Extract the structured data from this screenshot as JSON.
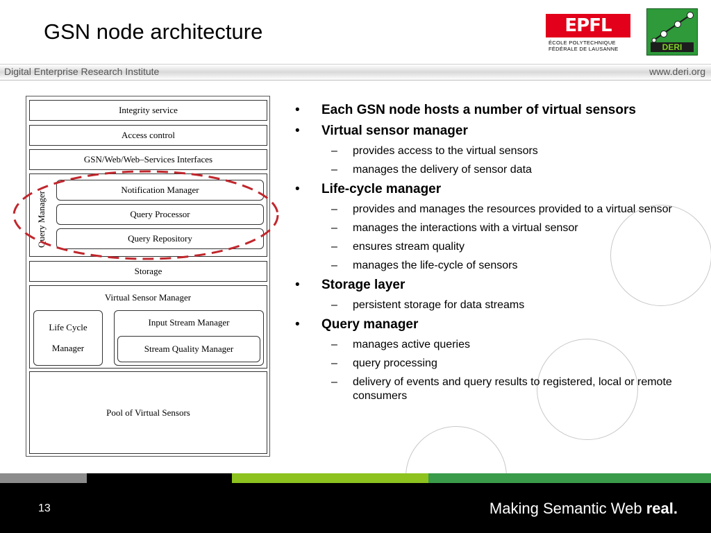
{
  "slide": {
    "title": "GSN node architecture",
    "page_number": "13",
    "band_left": "Digital Enterprise Research Institute",
    "band_right": "www.deri.org",
    "slogan_regular": "Making Semantic Web",
    "slogan_bold": "real."
  },
  "logos": {
    "epfl_mark": "EPFL",
    "epfl_line1": "ÉCOLE POLYTECHNIQUE",
    "epfl_line2": "FÉDÉRALE DE LAUSANNE",
    "deri_text": "DERI"
  },
  "diagram": {
    "integrity": "Integrity service",
    "access": "Access control",
    "interfaces": "GSN/Web/Web–Services Interfaces",
    "query_manager": "Query Manager",
    "notification": "Notification Manager",
    "query_processor": "Query Processor",
    "query_repository": "Query Repository",
    "storage": "Storage",
    "vsm": "Virtual Sensor Manager",
    "lifecycle_1": "Life Cycle",
    "lifecycle_2": "Manager",
    "input_stream": "Input Stream Manager",
    "stream_quality": "Stream Quality Manager",
    "pool": "Pool of Virtual Sensors"
  },
  "bullets": [
    {
      "text": "Each GSN node hosts a number of virtual sensors",
      "subs": []
    },
    {
      "text": "Virtual sensor manager",
      "subs": [
        "provides access to the virtual sensors",
        "manages the delivery of sensor data"
      ]
    },
    {
      "text": "Life-cycle manager",
      "subs": [
        "provides and manages the resources provided to a virtual sensor",
        "manages the interactions with a virtual sensor",
        "ensures stream quality",
        "manages the life-cycle of sensors"
      ]
    },
    {
      "text": "Storage layer",
      "subs": [
        "persistent storage for data streams"
      ]
    },
    {
      "text": "Query manager",
      "subs": [
        "manages active queries",
        "query processing",
        "delivery of events and query results to registered, local or remote consumers"
      ]
    }
  ],
  "colors": {
    "epfl_red": "#e2001a",
    "deri_green": "#2e9a3a",
    "highlight_ellipse": "#c0272d",
    "strip_gray": "#8c8c8c",
    "strip_black": "#000000",
    "strip_lime": "#8dc21f",
    "strip_green": "#3a9b4a"
  }
}
